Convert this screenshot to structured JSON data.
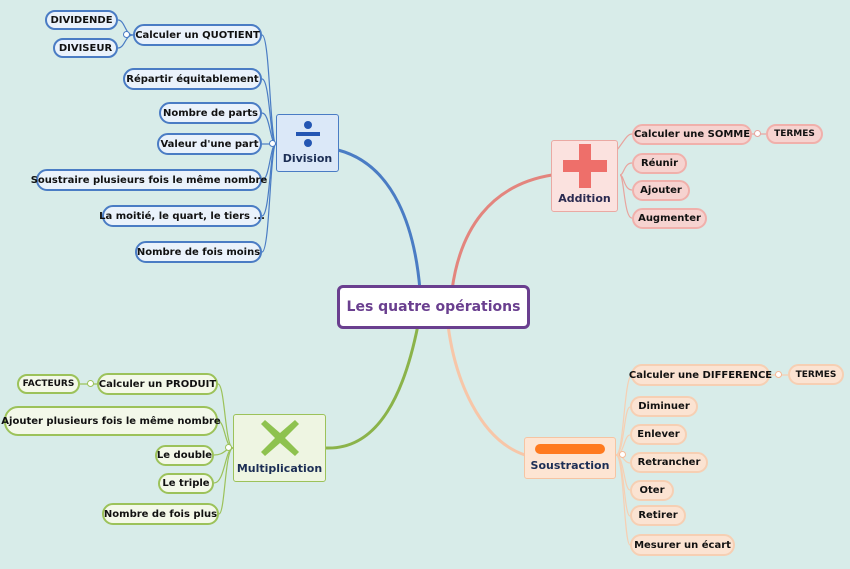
{
  "center": "Les quatre opérations",
  "division": {
    "label": "Division",
    "icon": "divide-icon",
    "items": [
      "Calculer un QUOTIENT",
      "Répartir équitablement",
      "Nombre de parts",
      "Valeur d'une part",
      "Soustraire plusieurs fois le même nombre",
      "La moitié, le quart, le tiers ...",
      "Nombre de fois moins"
    ],
    "sub": [
      "DIVIDENDE",
      "DIVISEUR"
    ]
  },
  "addition": {
    "label": "Addition",
    "icon": "plus-icon",
    "items": [
      "Calculer une SOMME",
      "Réunir",
      "Ajouter",
      "Augmenter"
    ],
    "sub": [
      "TERMES"
    ]
  },
  "multiplication": {
    "label": "Multiplication",
    "icon": "times-icon",
    "items": [
      "Calculer un PRODUIT",
      "Ajouter plusieurs fois le même nombre",
      "Le double",
      "Le triple",
      "Nombre de fois plus"
    ],
    "sub": [
      "FACTEURS"
    ]
  },
  "soustraction": {
    "label": "Soustraction",
    "icon": "minus-icon",
    "items": [
      "Calculer une DIFFERENCE",
      "Diminuer",
      "Enlever",
      "Retrancher",
      "Oter",
      "Retirer",
      "Mesurer un écart"
    ],
    "sub": [
      "TERMES"
    ]
  },
  "colors": {
    "division": "#4a7cc4",
    "addition": "#e77d75",
    "multiplication": "#8bb34a",
    "soustraction": "#f6b996",
    "center": "#6a3f8f"
  }
}
